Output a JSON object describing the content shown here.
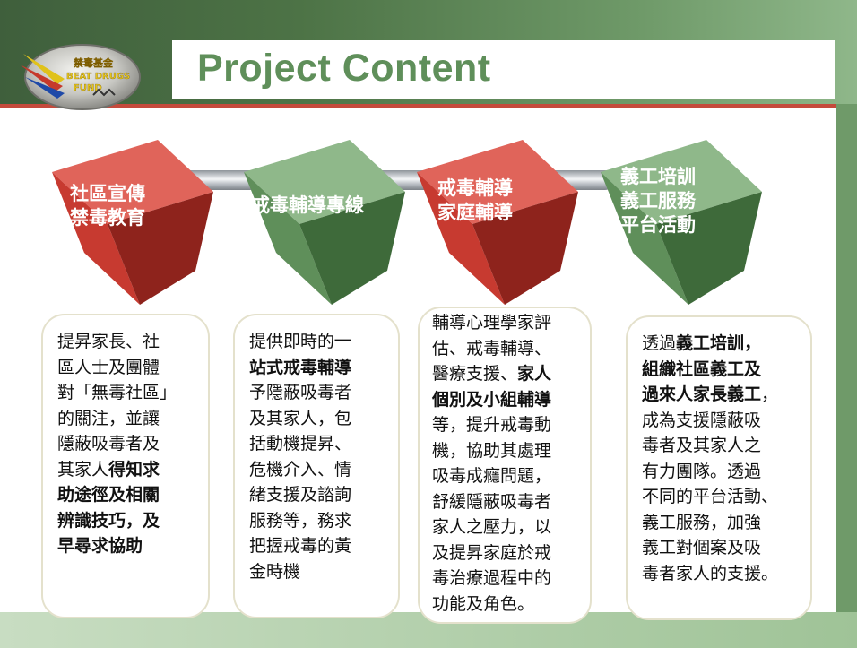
{
  "slide": {
    "title": "Project Content",
    "logo": {
      "icon": "beat-drugs-fund-logo",
      "lines": [
        "禁毒基金",
        "BEAT DRUGS",
        "FUND"
      ]
    },
    "colors": {
      "red": "#c54a3c",
      "green": "#5f8f5a",
      "title": "#5f8f5a"
    }
  },
  "boxes": [
    {
      "color": "red",
      "label": [
        "社區宣傳",
        "禁毒教育"
      ],
      "lines": [
        [
          {
            "t": "提昇家長、社",
            "b": false
          }
        ],
        [
          {
            "t": "區人士及團體",
            "b": false
          }
        ],
        [
          {
            "t": "對「無毒社區」",
            "b": false
          }
        ],
        [
          {
            "t": "的關注，並讓",
            "b": false
          }
        ],
        [
          {
            "t": "隱蔽吸毒者及",
            "b": false
          }
        ],
        [
          {
            "t": "其家人",
            "b": false
          },
          {
            "t": "得知求",
            "b": true
          }
        ],
        [
          {
            "t": "助途徑及相關",
            "b": true
          }
        ],
        [
          {
            "t": "辨識技巧，及",
            "b": true
          }
        ],
        [
          {
            "t": "早尋求協助",
            "b": true
          }
        ]
      ]
    },
    {
      "color": "green",
      "label": [
        "戒毒輔導專線"
      ],
      "lines": [
        [
          {
            "t": "提供即時的",
            "b": false
          },
          {
            "t": "一",
            "b": true
          }
        ],
        [
          {
            "t": "站式戒毒輔導",
            "b": true
          }
        ],
        [
          {
            "t": "予隱蔽吸毒者",
            "b": false
          }
        ],
        [
          {
            "t": "及其家人，包",
            "b": false
          }
        ],
        [
          {
            "t": "括動機提昇、",
            "b": false
          }
        ],
        [
          {
            "t": "危機介入、情",
            "b": false
          }
        ],
        [
          {
            "t": "緒支援及諮詢",
            "b": false
          }
        ],
        [
          {
            "t": "服務等，務求",
            "b": false
          }
        ],
        [
          {
            "t": "把握戒毒的黃",
            "b": false
          }
        ],
        [
          {
            "t": "金時機",
            "b": false
          }
        ]
      ]
    },
    {
      "color": "red",
      "label": [
        "戒毒輔導",
        "家庭輔導"
      ],
      "lines": [
        [
          {
            "t": "輔導心理學家評",
            "b": false
          }
        ],
        [
          {
            "t": "估、戒毒輔導、",
            "b": false
          }
        ],
        [
          {
            "t": "醫療支援、",
            "b": false
          },
          {
            "t": "家人",
            "b": true
          }
        ],
        [
          {
            "t": "個別及小組輔導",
            "b": true
          }
        ],
        [
          {
            "t": "等，提升戒毒動",
            "b": false
          }
        ],
        [
          {
            "t": "機，協助其處理",
            "b": false
          }
        ],
        [
          {
            "t": "吸毒成癮問題，",
            "b": false
          }
        ],
        [
          {
            "t": "舒緩隱蔽吸毒者",
            "b": false
          }
        ],
        [
          {
            "t": "家人之壓力，以",
            "b": false
          }
        ],
        [
          {
            "t": "及提昇家庭於戒",
            "b": false
          }
        ],
        [
          {
            "t": "毒治療過程中的",
            "b": false
          }
        ],
        [
          {
            "t": "功能及角色。",
            "b": false
          }
        ]
      ]
    },
    {
      "color": "green",
      "label": [
        "義工培訓",
        "義工服務",
        "平台活動"
      ],
      "lines": [
        [
          {
            "t": "透過",
            "b": false
          },
          {
            "t": "義工培訓，",
            "b": true
          }
        ],
        [
          {
            "t": "組織社區義工及",
            "b": true
          }
        ],
        [
          {
            "t": "過來人家長義工",
            "b": true
          },
          {
            "t": "，",
            "b": false
          }
        ],
        [
          {
            "t": "成為支援隱蔽吸",
            "b": false
          }
        ],
        [
          {
            "t": "毒者及其家人之",
            "b": false
          }
        ],
        [
          {
            "t": "有力團隊。透過",
            "b": false
          }
        ],
        [
          {
            "t": "不同的平台活動、",
            "b": false
          }
        ],
        [
          {
            "t": "義工服務，加強",
            "b": false
          }
        ],
        [
          {
            "t": "義工對個案及吸",
            "b": false
          }
        ],
        [
          {
            "t": "毒者家人的支援。",
            "b": false
          }
        ]
      ]
    }
  ]
}
